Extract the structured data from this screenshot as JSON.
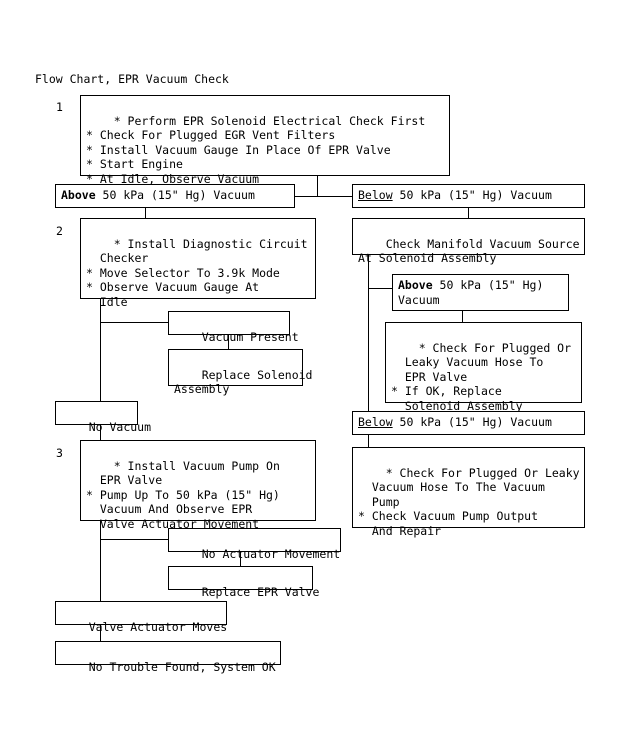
{
  "chart_data": {
    "type": "diagram",
    "title": "Flow Chart, EPR Vacuum Check",
    "nodes": [
      {
        "id": "step1",
        "label": "* Perform EPR Solenoid Electrical Check First\n* Check For Plugged EGR Vent Filters\n* Install Vacuum Gauge In Place Of EPR Valve\n* Start Engine\n* At Idle, Observe Vacuum",
        "step": "1"
      },
      {
        "id": "above1",
        "label": "Above 50 kPa (15\" Hg) Vacuum"
      },
      {
        "id": "below1",
        "label": "Below 50 kPa (15\" Hg) Vacuum"
      },
      {
        "id": "step2",
        "label": "* Install Diagnostic Circuit\n  Checker\n* Move Selector To 3.9k Mode\n* Observe Vacuum Gauge At\n  Idle",
        "step": "2"
      },
      {
        "id": "manifold",
        "label": "Check Manifold Vacuum Source\nAt Solenoid Assembly"
      },
      {
        "id": "above2",
        "label": "Above 50 kPa (15\" Hg)\nVacuum"
      },
      {
        "id": "hose_epr",
        "label": "* Check For Plugged Or\n  Leaky Vacuum Hose To\n  EPR Valve\n* If OK, Replace\n  Solenoid Assembly"
      },
      {
        "id": "below2",
        "label": "Below 50 kPa (15\" Hg) Vacuum"
      },
      {
        "id": "hose_pump",
        "label": "* Check For Plugged Or Leaky\n  Vacuum Hose To The Vacuum\n  Pump\n* Check Vacuum Pump Output\n  And Repair"
      },
      {
        "id": "vac_present",
        "label": "Vacuum Present"
      },
      {
        "id": "replace_sol",
        "label": "Replace Solenoid\nAssembly"
      },
      {
        "id": "no_vacuum",
        "label": "No Vacuum"
      },
      {
        "id": "step3",
        "label": "* Install Vacuum Pump On\n  EPR Valve\n* Pump Up To 50 kPa (15\" Hg)\n  Vacuum And Observe EPR\n  Valve Actuator Movement",
        "step": "3"
      },
      {
        "id": "no_actuator",
        "label": "No Actuator Movement"
      },
      {
        "id": "replace_epr",
        "label": "Replace EPR Valve"
      },
      {
        "id": "valve_moves",
        "label": "Valve Actuator Moves"
      },
      {
        "id": "no_trouble",
        "label": "No Trouble Found, System OK"
      }
    ],
    "edges": [
      {
        "from": "step1",
        "to": "above1"
      },
      {
        "from": "step1",
        "to": "below1"
      },
      {
        "from": "above1",
        "to": "step2"
      },
      {
        "from": "below1",
        "to": "manifold"
      },
      {
        "from": "manifold",
        "to": "above2"
      },
      {
        "from": "manifold",
        "to": "below2"
      },
      {
        "from": "above2",
        "to": "hose_epr"
      },
      {
        "from": "below2",
        "to": "hose_pump"
      },
      {
        "from": "step2",
        "to": "vac_present"
      },
      {
        "from": "vac_present",
        "to": "replace_sol"
      },
      {
        "from": "step2",
        "to": "no_vacuum"
      },
      {
        "from": "no_vacuum",
        "to": "step3"
      },
      {
        "from": "step3",
        "to": "no_actuator"
      },
      {
        "from": "no_actuator",
        "to": "replace_epr"
      },
      {
        "from": "step3",
        "to": "valve_moves"
      },
      {
        "from": "valve_moves",
        "to": "no_trouble"
      }
    ],
    "colors": {
      "stroke": "#000000",
      "background": "#ffffff",
      "text": "#000000"
    }
  },
  "title": "Flow Chart, EPR Vacuum Check",
  "steps": {
    "one": "1",
    "two": "2",
    "three": "3"
  },
  "boxes": {
    "step1": "* Perform EPR Solenoid Electrical Check First\n* Check For Plugged EGR Vent Filters\n* Install Vacuum Gauge In Place Of EPR Valve\n* Start Engine\n* At Idle, Observe Vacuum",
    "above1_kw": "Above",
    "above1_rest": " 50 kPa (15\" Hg) Vacuum",
    "below1_kw": "Below",
    "below1_rest": " 50 kPa (15\" Hg) Vacuum",
    "step2": "* Install Diagnostic Circuit\n  Checker\n* Move Selector To 3.9k Mode\n* Observe Vacuum Gauge At\n  Idle",
    "manifold": "Check Manifold Vacuum Source\nAt Solenoid Assembly",
    "above2_kw": "Above",
    "above2_rest": " 50 kPa (15\" Hg)\nVacuum",
    "hose_epr": "* Check For Plugged Or\n  Leaky Vacuum Hose To\n  EPR Valve\n* If OK, Replace\n  Solenoid Assembly",
    "below2_kw": "Below",
    "below2_rest": " 50 kPa (15\" Hg) Vacuum",
    "hose_pump": "* Check For Plugged Or Leaky\n  Vacuum Hose To The Vacuum\n  Pump\n* Check Vacuum Pump Output\n  And Repair",
    "vac_present": "Vacuum Present",
    "replace_sol": "Replace Solenoid\nAssembly",
    "no_vacuum": "No Vacuum",
    "step3": "* Install Vacuum Pump On\n  EPR Valve\n* Pump Up To 50 kPa (15\" Hg)\n  Vacuum And Observe EPR\n  Valve Actuator Movement",
    "no_actuator": "No Actuator Movement",
    "replace_epr": "Replace EPR Valve",
    "valve_moves": "Valve Actuator Moves",
    "no_trouble": "No Trouble Found, System OK"
  }
}
